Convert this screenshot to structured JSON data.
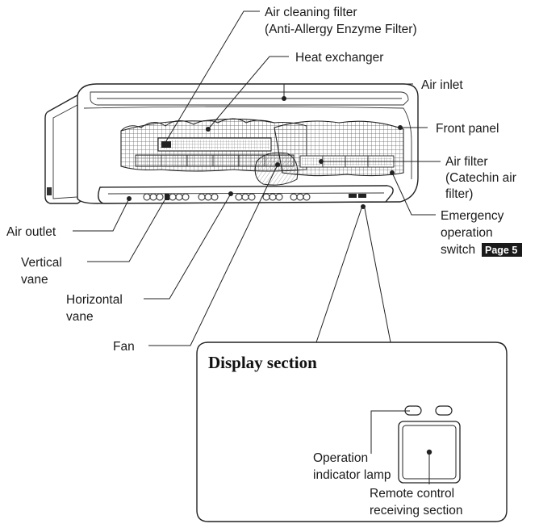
{
  "labels": {
    "air_cleaning_filter": [
      "Air cleaning filter",
      "(Anti-Allergy Enzyme Filter)"
    ],
    "heat_exchanger": "Heat exchanger",
    "air_inlet": "Air inlet",
    "front_panel": "Front panel",
    "air_filter": [
      "Air filter",
      "(Catechin air",
      "filter)"
    ],
    "emergency_switch": [
      "Emergency",
      "operation",
      "switch"
    ],
    "page_ref": "Page 5",
    "air_outlet": "Air outlet",
    "vertical_vane": [
      "Vertical",
      "vane"
    ],
    "horizontal_vane": [
      "Horizontal",
      "vane"
    ],
    "fan": "Fan",
    "operation_lamp": [
      "Operation",
      "indicator lamp"
    ],
    "remote_receiver": [
      "Remote control",
      "receiving section"
    ]
  },
  "display_section": {
    "title": "Display section"
  },
  "colors": {
    "line": "#222222",
    "badge": "#1a1a1a"
  }
}
